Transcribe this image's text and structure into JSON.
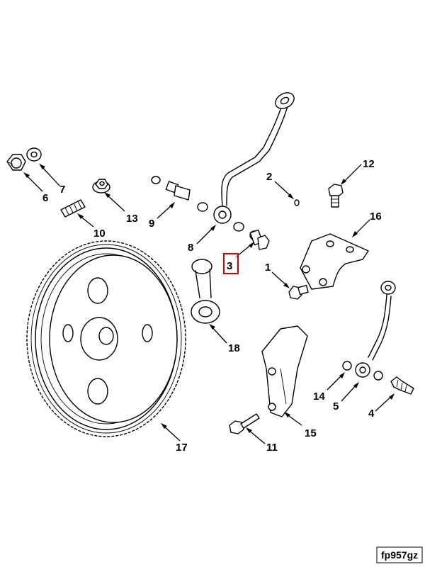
{
  "diagram": {
    "callouts": [
      {
        "id": "c1",
        "label": "1"
      },
      {
        "id": "c2",
        "label": "2"
      },
      {
        "id": "c3",
        "label": "3"
      },
      {
        "id": "c4",
        "label": "4"
      },
      {
        "id": "c5",
        "label": "5"
      },
      {
        "id": "c6",
        "label": "6"
      },
      {
        "id": "c7",
        "label": "7"
      },
      {
        "id": "c8",
        "label": "8"
      },
      {
        "id": "c9",
        "label": "9"
      },
      {
        "id": "c10",
        "label": "10"
      },
      {
        "id": "c11",
        "label": "11"
      },
      {
        "id": "c12",
        "label": "12"
      },
      {
        "id": "c13",
        "label": "13"
      },
      {
        "id": "c14",
        "label": "14"
      },
      {
        "id": "c15",
        "label": "15"
      },
      {
        "id": "c16",
        "label": "16"
      },
      {
        "id": "c17",
        "label": "17"
      },
      {
        "id": "c18",
        "label": "18"
      }
    ],
    "highlighted_callout": "3",
    "highlight_color": "#d40000",
    "reference_code": "fp957gz"
  }
}
